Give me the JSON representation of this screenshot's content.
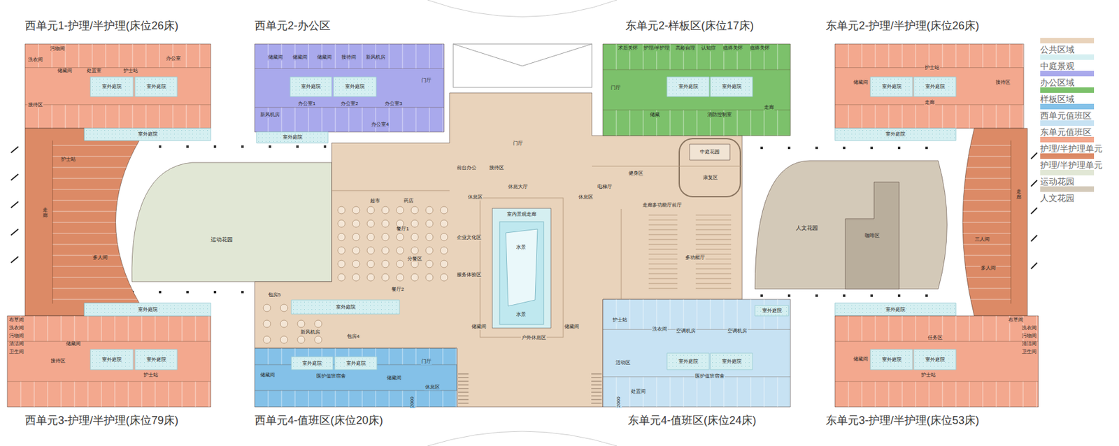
{
  "diagram": {
    "nodes": [
      {
        "text": [
          "西单元1-护理/半护理(床位26床)",
          "污物间",
          "洗衣间",
          "储藏间",
          "处置室",
          "护士站",
          "办公室",
          "接待区"
        ]
      },
      {
        "text": [
          "室外庭院"
        ],
        "in": 0
      },
      {
        "text": [
          "室外庭院"
        ],
        "in": 0
      },
      {
        "text": [
          "护士站",
          "走廊",
          "多人间"
        ]
      },
      {
        "text": [
          "室外庭院"
        ]
      },
      {
        "text": [
          "西单元3-护理/半护理(床位79床)",
          "布草间",
          "洗衣间",
          "污物间",
          "清洁间",
          "卫生间",
          "储藏间",
          "接待区",
          "护士站"
        ]
      },
      {
        "text": [
          "室外庭院"
        ],
        "in": 5
      },
      {
        "text": [
          "室外庭院"
        ],
        "in": 5
      },
      {
        "text": [
          "室外庭院"
        ]
      },
      {
        "text": [
          "运动花园"
        ]
      },
      {
        "text": [
          "西单元2-办公区",
          "储藏间",
          "储藏间",
          "储藏间",
          "接待间",
          "新风机房",
          "门厅",
          "办公室1",
          "办公室2",
          "办公室3",
          "新风机房",
          "办公室4"
        ]
      },
      {
        "text": [
          "室外庭院"
        ],
        "in": 10
      },
      {
        "text": [
          "室外庭院"
        ],
        "in": 10
      },
      {
        "text": [
          "室外庭院"
        ]
      },
      {
        "text": [
          "门厅",
          "接待区",
          "前台办公",
          "休息大厅",
          "休息区",
          "休息区",
          "电梯厅",
          "超市",
          "药店",
          "健身区",
          "康复区",
          "走廊多功能厅前厅",
          "餐厅1",
          "企业文化区",
          "分餐区",
          "多功能厅",
          "服务体验区",
          "餐厅2",
          "包房5",
          "新风机房",
          "包房4",
          "储藏间",
          "储藏间",
          "户外休息区"
        ]
      },
      {
        "text": [
          "室内景观走廊",
          "水景",
          "水景"
        ],
        "in": 14
      },
      {
        "text": [
          "中庭花园"
        ],
        "in": 14
      },
      {
        "text": [
          "室外庭院"
        ],
        "in": 14
      },
      {
        "text": [
          "西单元4-值班区(床位20床)",
          "储藏间",
          "医护值班宿舍",
          "储藏间",
          "门厅",
          "休息区"
        ]
      },
      {
        "text": [
          "室外庭院"
        ],
        "in": 18
      },
      {
        "text": [
          "室外庭院"
        ],
        "in": 18
      },
      {
        "text": [
          "东单元2-样板区(床位17床)",
          "术后关怀",
          "护理/半护理",
          "高龄自理",
          "认知症",
          "临终关怀",
          "临终关怀",
          "门厅",
          "储藏",
          "消防控制室",
          "走廊"
        ]
      },
      {
        "text": [
          "室外庭院"
        ],
        "in": 21
      },
      {
        "text": [
          "室外庭院"
        ],
        "in": 21
      },
      {
        "text": [
          "东单元4-值班区(床位24床)",
          "护士站",
          "洗衣间",
          "空调机房",
          "空调机房",
          "活动区",
          "医护值班宿舍",
          "处置间"
        ]
      },
      {
        "text": [
          "室外庭院"
        ],
        "in": 24
      },
      {
        "text": [
          "室外庭院"
        ],
        "in": 24
      },
      {
        "text": [
          "室外庭院"
        ],
        "in": 24
      },
      {
        "text": [
          "东单元2-护理/半护理(床位26床)",
          "护士站",
          "储藏间",
          "接待区",
          "走廊"
        ]
      },
      {
        "text": [
          "室外庭院"
        ],
        "in": 28
      },
      {
        "text": [
          "室外庭院"
        ],
        "in": 28
      },
      {
        "text": [
          "室外庭院"
        ]
      },
      {
        "text": [
          "走廊",
          "三人间",
          "多人间"
        ]
      },
      {
        "text": [
          "人文花园"
        ]
      },
      {
        "text": [
          "咖啡区"
        ],
        "in": 33
      },
      {
        "text": [
          "室外庭院"
        ]
      },
      {
        "text": [
          "东单元3-护理/半护理(床位53床)",
          "任务区",
          "布草间",
          "洗衣间",
          "污物间",
          "清洁间",
          "卫生间",
          "储藏间",
          "护士站"
        ]
      },
      {
        "text": [
          "室外庭院"
        ],
        "in": 36
      },
      {
        "text": [
          "室外庭院"
        ],
        "in": 36
      }
    ],
    "labels": [
      "2000",
      "2000"
    ],
    "legend": [
      {
        "text": "公共区域",
        "color": "#e9d3bb"
      },
      {
        "text": "中庭景观",
        "color": "#d5eff1"
      },
      {
        "text": "办公区域",
        "color": "#a9a9ec"
      },
      {
        "text": "样板区域",
        "color": "#7cc16b"
      },
      {
        "text": "西单元值班区",
        "color": "#84c1e8"
      },
      {
        "text": "东单元值班区",
        "color": "#c7e2f3"
      },
      {
        "text": "护理/半护理单元",
        "color": "#f3a88e"
      },
      {
        "text": "护理/半护理单元",
        "color": "#dc8a66"
      },
      {
        "text": "运动花园",
        "color": "#e1e7d5"
      },
      {
        "text": "人文花园",
        "color": "#d3c9b8"
      }
    ]
  }
}
